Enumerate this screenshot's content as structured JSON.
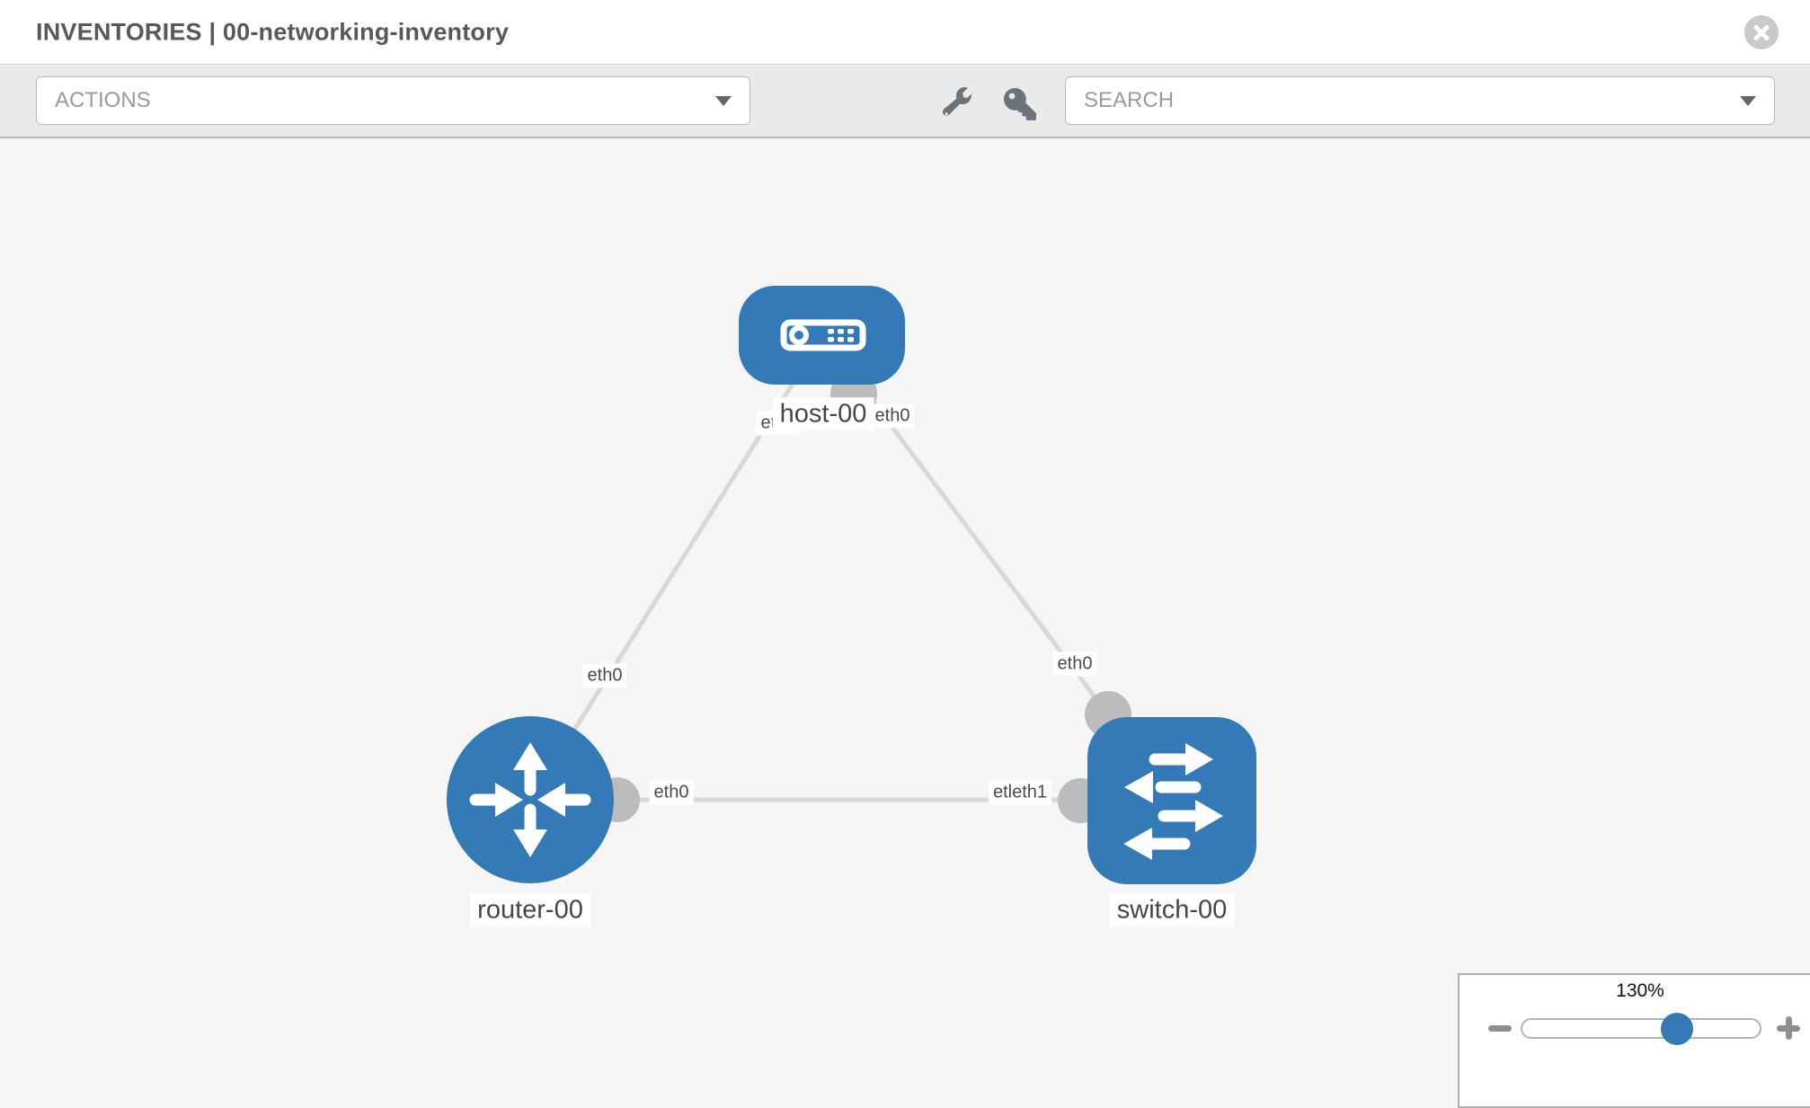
{
  "header": {
    "title": "INVENTORIES | 00-networking-inventory",
    "close_icon": "circle-x-icon"
  },
  "toolbar": {
    "actions_dropdown": {
      "label": "ACTIONS",
      "expanded": false
    },
    "search_dropdown": {
      "label": "SEARCH",
      "expanded": false
    },
    "tool_icons": [
      "wrench-icon",
      "key-icon"
    ]
  },
  "topology": {
    "nodes": [
      {
        "label": "host-00",
        "type": "host",
        "shape": "rounded-rect",
        "icon": "server-icon"
      },
      {
        "label": "router-00",
        "type": "router",
        "shape": "circle",
        "icon": "router-arrows-icon"
      },
      {
        "label": "switch-00",
        "type": "switch",
        "shape": "rounded-square",
        "icon": "switch-arrows-icon"
      }
    ],
    "links": [
      {
        "from": "host-00",
        "to": "router-00"
      },
      {
        "from": "host-00",
        "to": "switch-00"
      },
      {
        "from": "router-00",
        "to": "switch-00"
      }
    ],
    "interface_labels": [
      "eth0",
      "eth0",
      "eth0",
      "eth0",
      "eth0",
      "etleth1"
    ]
  },
  "zoom_control": {
    "level": "130%",
    "icons": [
      "minus-icon",
      "plus-icon"
    ]
  },
  "colors": {
    "node_blue": "#337ab7",
    "link_gray": "#d8d8d8",
    "interface_gray": "#bcbcbc",
    "canvas_bg": "#f5f5f5",
    "toolbar_bg": "#eaeaea"
  }
}
